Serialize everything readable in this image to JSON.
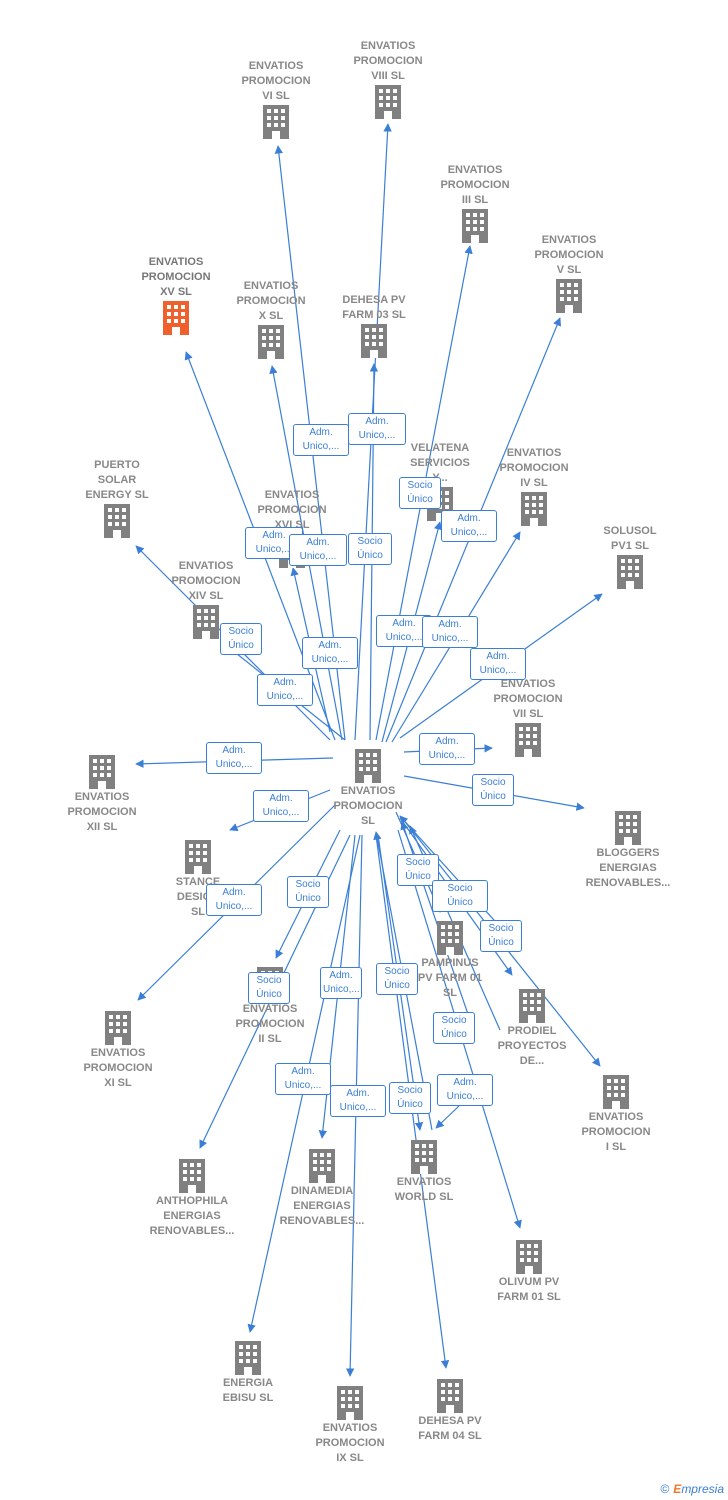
{
  "colors": {
    "edge": "#3a7fd5",
    "node": "#808080",
    "highlight": "#f0602c",
    "label_text": "#888888"
  },
  "center": {
    "id": "center",
    "label": "ENVATIOS\nPROMOCION\nSL"
  },
  "nodes": [
    {
      "id": "n_viii",
      "label": "ENVATIOS\nPROMOCION\nVIII  SL"
    },
    {
      "id": "n_vi",
      "label": "ENVATIOS\nPROMOCION\nVI  SL"
    },
    {
      "id": "n_iii",
      "label": "ENVATIOS\nPROMOCION\nIII  SL"
    },
    {
      "id": "n_v",
      "label": "ENVATIOS\nPROMOCION\nV  SL"
    },
    {
      "id": "n_xv",
      "label": "ENVATIOS\nPROMOCION\nXV  SL",
      "highlight": true
    },
    {
      "id": "n_x",
      "label": "ENVATIOS\nPROMOCION\nX  SL"
    },
    {
      "id": "n_dehesa03",
      "label": "DEHESA PV\nFARM 03  SL"
    },
    {
      "id": "n_velatena",
      "label": "VELATENA\nSERVICIOS\nY..."
    },
    {
      "id": "n_iv",
      "label": "ENVATIOS\nPROMOCION\nIV  SL"
    },
    {
      "id": "n_puerto",
      "label": "PUERTO\nSOLAR\nENERGY  SL"
    },
    {
      "id": "n_xvi",
      "label": "ENVATIOS\nPROMOCION\nXVI  SL"
    },
    {
      "id": "n_solusol",
      "label": "SOLUSOL\nPV1  SL"
    },
    {
      "id": "n_xiv",
      "label": "ENVATIOS\nPROMOCION\nXIV  SL"
    },
    {
      "id": "n_vii",
      "label": "ENVATIOS\nPROMOCION\nVII  SL"
    },
    {
      "id": "n_xii",
      "label": "ENVATIOS\nPROMOCION\nXII  SL"
    },
    {
      "id": "n_bloggers",
      "label": "BLOGGERS\nENERGIAS\nRENOVABLES..."
    },
    {
      "id": "n_stance",
      "label": "STANCE\nDESIGN\nSL"
    },
    {
      "id": "n_pampinus",
      "label": "PAMPINUS\nPV FARM 01\nSL"
    },
    {
      "id": "n_xi",
      "label": "ENVATIOS\nPROMOCION\nXI  SL"
    },
    {
      "id": "n_ii",
      "label": "ENVATIOS\nPROMOCION\nII  SL"
    },
    {
      "id": "n_prodiel",
      "label": "PRODIEL\nPROYECTOS\nDE..."
    },
    {
      "id": "n_i",
      "label": "ENVATIOS\nPROMOCION\nI  SL"
    },
    {
      "id": "n_anthophila",
      "label": "ANTHOPHILA\nENERGIAS\nRENOVABLES..."
    },
    {
      "id": "n_dinamedia",
      "label": "DINAMEDIA\nENERGIAS\nRENOVABLES..."
    },
    {
      "id": "n_world",
      "label": "ENVATIOS\nWORLD  SL"
    },
    {
      "id": "n_olivum",
      "label": "OLIVUM PV\nFARM 01  SL"
    },
    {
      "id": "n_ebisu",
      "label": "ENERGIA\nEBISU  SL"
    },
    {
      "id": "n_ix",
      "label": "ENVATIOS\nPROMOCION\nIX  SL"
    },
    {
      "id": "n_dehesa04",
      "label": "DEHESA PV\nFARM 04  SL"
    }
  ],
  "edge_labels": [
    {
      "id": "e1",
      "text": "Adm.\nUnico,..."
    },
    {
      "id": "e2",
      "text": "Adm.\nUnico,..."
    },
    {
      "id": "e3",
      "text": "Socio\nÚnico"
    },
    {
      "id": "e4",
      "text": "Adm.\nUnico,..."
    },
    {
      "id": "e5",
      "text": "Adm.\nUnico,..."
    },
    {
      "id": "e6",
      "text": "Adm.\nUnico,..."
    },
    {
      "id": "e7",
      "text": "Socio\nÚnico"
    },
    {
      "id": "e8",
      "text": "Socio\nÚnico"
    },
    {
      "id": "e9",
      "text": "Adm.\nUnico,..."
    },
    {
      "id": "e10",
      "text": "Adm.\nUnico,..."
    },
    {
      "id": "e11",
      "text": "Adm.\nUnico,..."
    },
    {
      "id": "e12",
      "text": "Adm.\nUnico,..."
    },
    {
      "id": "e13",
      "text": "Adm.\nUnico,..."
    },
    {
      "id": "e14",
      "text": "Adm.\nUnico,..."
    },
    {
      "id": "e15",
      "text": "Adm.\nUnico,..."
    },
    {
      "id": "e16",
      "text": "Socio\nÚnico"
    },
    {
      "id": "e17",
      "text": "Adm.\nUnico,..."
    },
    {
      "id": "e18",
      "text": "Socio\nÚnico"
    },
    {
      "id": "e19",
      "text": "Adm.\nUnico,..."
    },
    {
      "id": "e20",
      "text": "Socio\nÚnico"
    },
    {
      "id": "e21",
      "text": "Adm.\nUnico,..."
    },
    {
      "id": "e22",
      "text": "Socio\nÚnico"
    },
    {
      "id": "e23",
      "text": "Socio\nÚnico"
    },
    {
      "id": "e24",
      "text": "Socio\nÚnico"
    },
    {
      "id": "e25",
      "text": "Socio\nÚnico"
    },
    {
      "id": "e26",
      "text": "Socio\nÚnico"
    },
    {
      "id": "e27",
      "text": "Adm.\nUnico,..."
    },
    {
      "id": "e28",
      "text": "Adm.\nUnico,..."
    },
    {
      "id": "e29",
      "text": "Socio\nÚnico"
    },
    {
      "id": "e30",
      "text": "Adm.\nUnico,..."
    }
  ],
  "footer": {
    "copyright": "©",
    "brand_first": "E",
    "brand_rest": "mpresia"
  }
}
